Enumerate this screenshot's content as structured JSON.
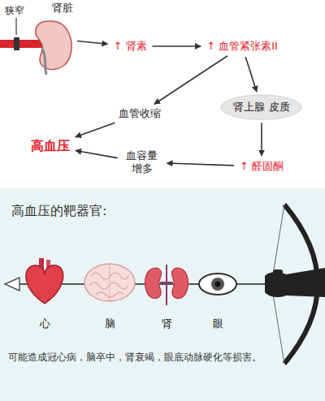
{
  "diagram": {
    "nodes": [
      {
        "text": [
          "肾脏"
        ]
      },
      {
        "text": [
          "↑ 肾素"
        ]
      },
      {
        "text": [
          "↑ 血管紧张素II"
        ]
      },
      {
        "text": [
          "血管收缩"
        ]
      },
      {
        "text": [
          "肾上腺 皮质"
        ]
      },
      {
        "text": [
          "↑ 醛固酮"
        ]
      },
      {
        "text": [
          "血容量 增多"
        ]
      },
      {
        "text": [
          "高血压"
        ]
      }
    ],
    "edges": [
      {
        "from": 0,
        "to": 1,
        "arrow": "to"
      },
      {
        "from": 1,
        "to": 2,
        "arrow": "to"
      },
      {
        "from": 2,
        "to": 3,
        "arrow": "to"
      },
      {
        "from": 2,
        "to": 4,
        "arrow": "to"
      },
      {
        "from": 4,
        "to": 5,
        "arrow": "to"
      },
      {
        "from": 5,
        "to": 6,
        "arrow": "to"
      },
      {
        "from": 3,
        "to": 7,
        "arrow": "to"
      },
      {
        "from": 6,
        "to": 7,
        "arrow": "to"
      }
    ],
    "labels": [
      "狭窄",
      "高血压的靶器官:",
      "心",
      "脑",
      "肾",
      "眼",
      "可能造成冠心病，脑卒中，肾衰竭，眼底动脉硬化等损害。"
    ]
  }
}
